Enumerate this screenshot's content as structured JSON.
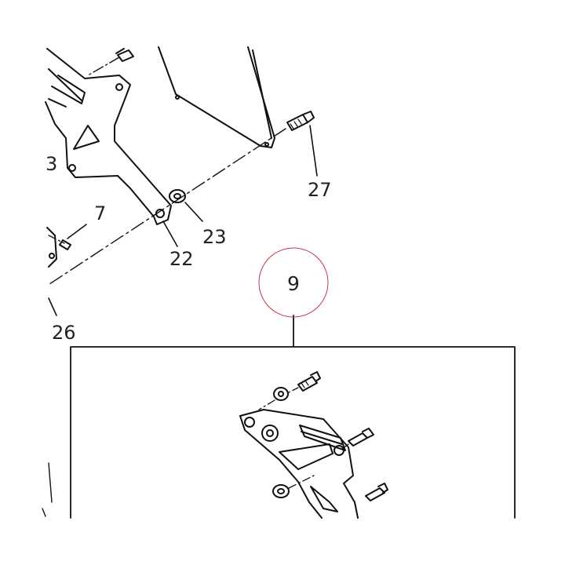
{
  "diagram": {
    "colors": {
      "line": "#111111",
      "highlight_circle": "#c0394b",
      "background": "#ffffff"
    },
    "labels": {
      "part_3": "3",
      "part_7": "7",
      "part_22": "22",
      "part_23": "23",
      "part_26": "26",
      "part_27": "27",
      "part_9": "9"
    }
  }
}
